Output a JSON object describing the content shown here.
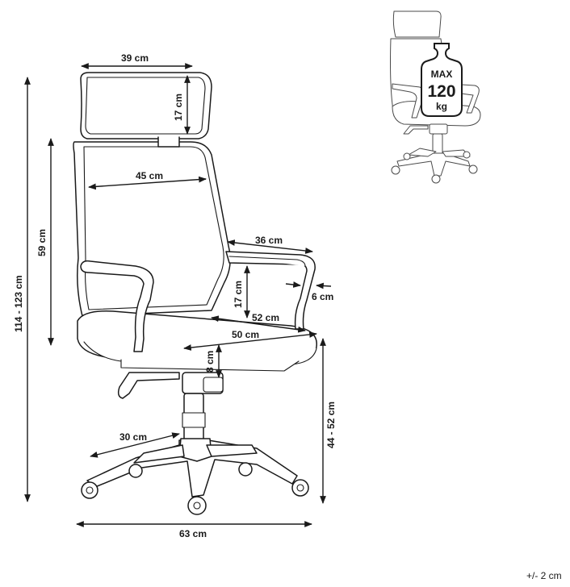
{
  "dimensions": {
    "headrest_width": "39 cm",
    "headrest_height": "17 cm",
    "backrest_width": "45 cm",
    "backrest_height": "59 cm",
    "total_height": "114 - 123 cm",
    "armrest_depth": "36 cm",
    "armrest_height": "17 cm",
    "armrest_width": "6 cm",
    "seat_depth": "52 cm",
    "seat_width": "50 cm",
    "seat_thickness": "8 cm",
    "seat_height": "44 - 52 cm",
    "base_leg": "30 cm",
    "base_width": "63 cm"
  },
  "max_load": {
    "line1": "MAX",
    "line2": "120",
    "line3": "kg"
  },
  "tolerance": "+/- 2 cm"
}
